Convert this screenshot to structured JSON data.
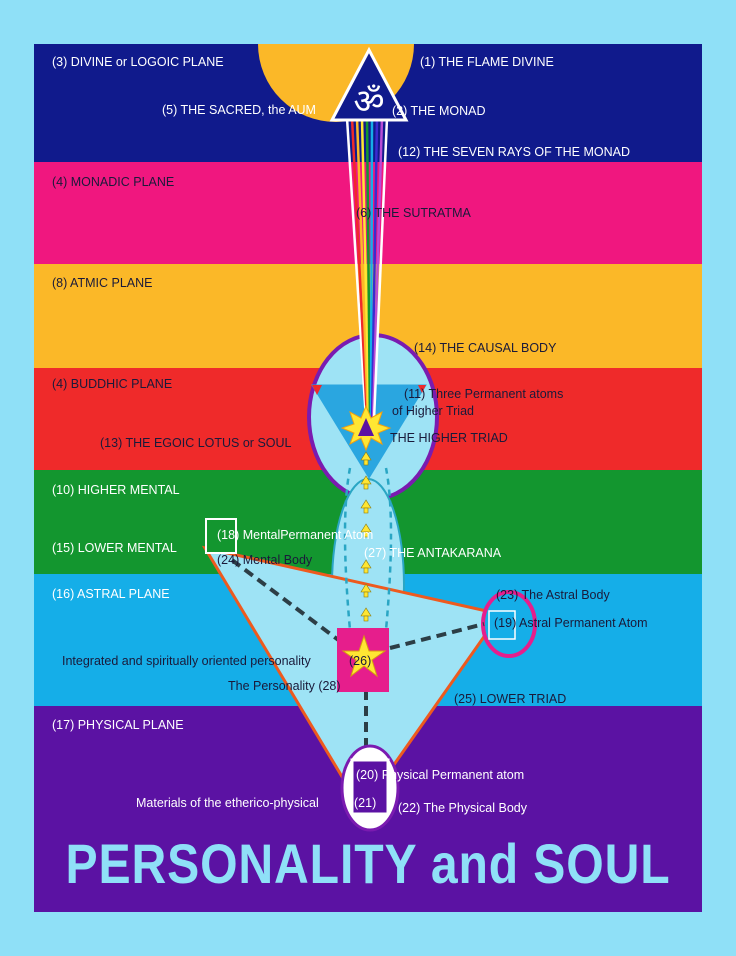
{
  "colors": {
    "background": "#8fe0f7",
    "divine": "#101a8c",
    "monadic": "#f0177f",
    "atmic": "#fbb828",
    "buddhic": "#ef2a2a",
    "higher_mental": "#13962f",
    "astral": "#15aee8",
    "physical": "#5b12a3",
    "sun": "#fbb828",
    "causal": "#9ee3f5",
    "outline": "#7a1bb0",
    "lower_triad_line": "#ee5a1e",
    "dashed": "#2c3e46",
    "personality_square": "#e61e8c",
    "star": "#ffe633"
  },
  "icons": {
    "om": "om-symbol-icon",
    "egoic_lotus": "lotus-icon",
    "personality": "star-icon"
  },
  "om_symbol": "ॐ",
  "labels": {
    "divine_plane": "(3) DIVINE or LOGOIC PLANE",
    "flame_divine": "(1) THE FLAME DIVINE",
    "sacred_aum": "(5) THE SACRED, the AUM",
    "monad": "(2) THE MONAD",
    "seven_rays": "(12) THE SEVEN RAYS OF THE MONAD",
    "monadic_plane": "(4) MONADIC PLANE",
    "sutratma": "(6) THE SUTRATMA",
    "atmic_plane": "(8) ATMIC PLANE",
    "causal_body": "(14) THE CAUSAL BODY",
    "buddhic_plane": "(4) BUDDHIC PLANE",
    "permanent_atoms_1": "(11) Three Permanent atoms",
    "permanent_atoms_2": "of Higher Triad",
    "higher_triad": "THE HIGHER TRIAD",
    "egoic_lotus": "(13) THE EGOIC LOTUS or SOUL",
    "higher_mental": "(10) HIGHER MENTAL",
    "mental_permanent_atom": "(18) MentalPermanent Atom",
    "lower_mental": "(15) LOWER MENTAL",
    "mental_body": "(24) Mental Body",
    "antakarana": "(27) THE ANTAKARANA",
    "astral_plane": "(16) ASTRAL PLANE",
    "astral_body": "(23) The Astral Body",
    "astral_permanent_atom": "(19) Astral Permanent Atom",
    "integrated_personality": "Integrated and spiritually oriented personality",
    "personality_num": "(26)",
    "the_personality": "The Personality (28)",
    "lower_triad": "(25) LOWER TRIAD",
    "physical_plane": "(17) PHYSICAL PLANE",
    "physical_permanent_atom": "(20) Physical Permanent atom",
    "etherico_physical": "Materials of the etherico-physical",
    "physical_num": "(21)",
    "physical_body": "(22) The Physical Body"
  },
  "title": "PERSONALITY and SOUL"
}
